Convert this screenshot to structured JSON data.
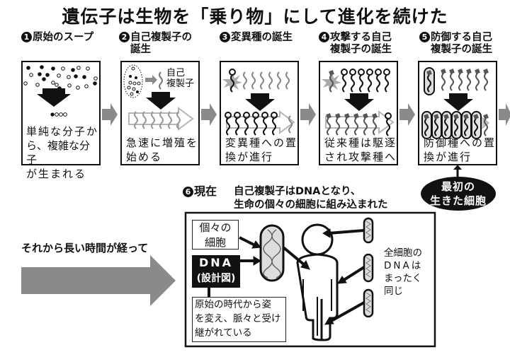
{
  "title": "遺伝子は生物を「乗り物」にして進化を続けた",
  "steps": [
    {
      "num": "1",
      "label_line1": "原始のスープ",
      "label_line2": "",
      "text_line1": "単純な分子か",
      "text_line2": "ら、複雑な分子",
      "text_line3": "が生まれる"
    },
    {
      "num": "2",
      "label_line1": "自己複製子の",
      "label_line2": "誕生",
      "inner_label_line1": "自己",
      "inner_label_line2": "複製子",
      "text_line1": "急速に増殖を",
      "text_line2": "始める"
    },
    {
      "num": "3",
      "label_line1": "変異種の誕生",
      "label_line2": "",
      "text_line1": "変異種への置",
      "text_line2": "換が進行"
    },
    {
      "num": "4",
      "label_line1": "攻撃する自己",
      "label_line2": "複製子の誕生",
      "text_line1": "従来種は駆逐",
      "text_line2": "され攻撃種へ"
    },
    {
      "num": "5",
      "label_line1": "防御する自己",
      "label_line2": "複製子の誕生",
      "text_line1": "防御種への置",
      "text_line2": "換が進行"
    }
  ],
  "first_cell": {
    "line1": "最初の",
    "line2": "生きた細胞"
  },
  "present": {
    "num": "6",
    "label": "現在",
    "caption_line1": "自己複製子はDNAとなり、",
    "caption_line2": "生命の個々の細胞に組み込まれた",
    "cell_label_line1": "個々の",
    "cell_label_line2": "細胞",
    "dna_label_line1": "DNA",
    "dna_label_line2": "(設計図)",
    "inherit_line1": "原始の時代から姿",
    "inherit_line2": "を変え、脈々と受け",
    "inherit_line3": "継がれている",
    "same_line1": "全細胞の",
    "same_line2": "DNAは",
    "same_line3": "まったく",
    "same_line4": "同じ"
  },
  "time_passes": "それから長い時間が経って",
  "colors": {
    "ink": "#111111",
    "gray_arrow": "#8a8a8a",
    "light_gray": "#b5b5b5",
    "cell_fill": "#dcdcdc"
  }
}
